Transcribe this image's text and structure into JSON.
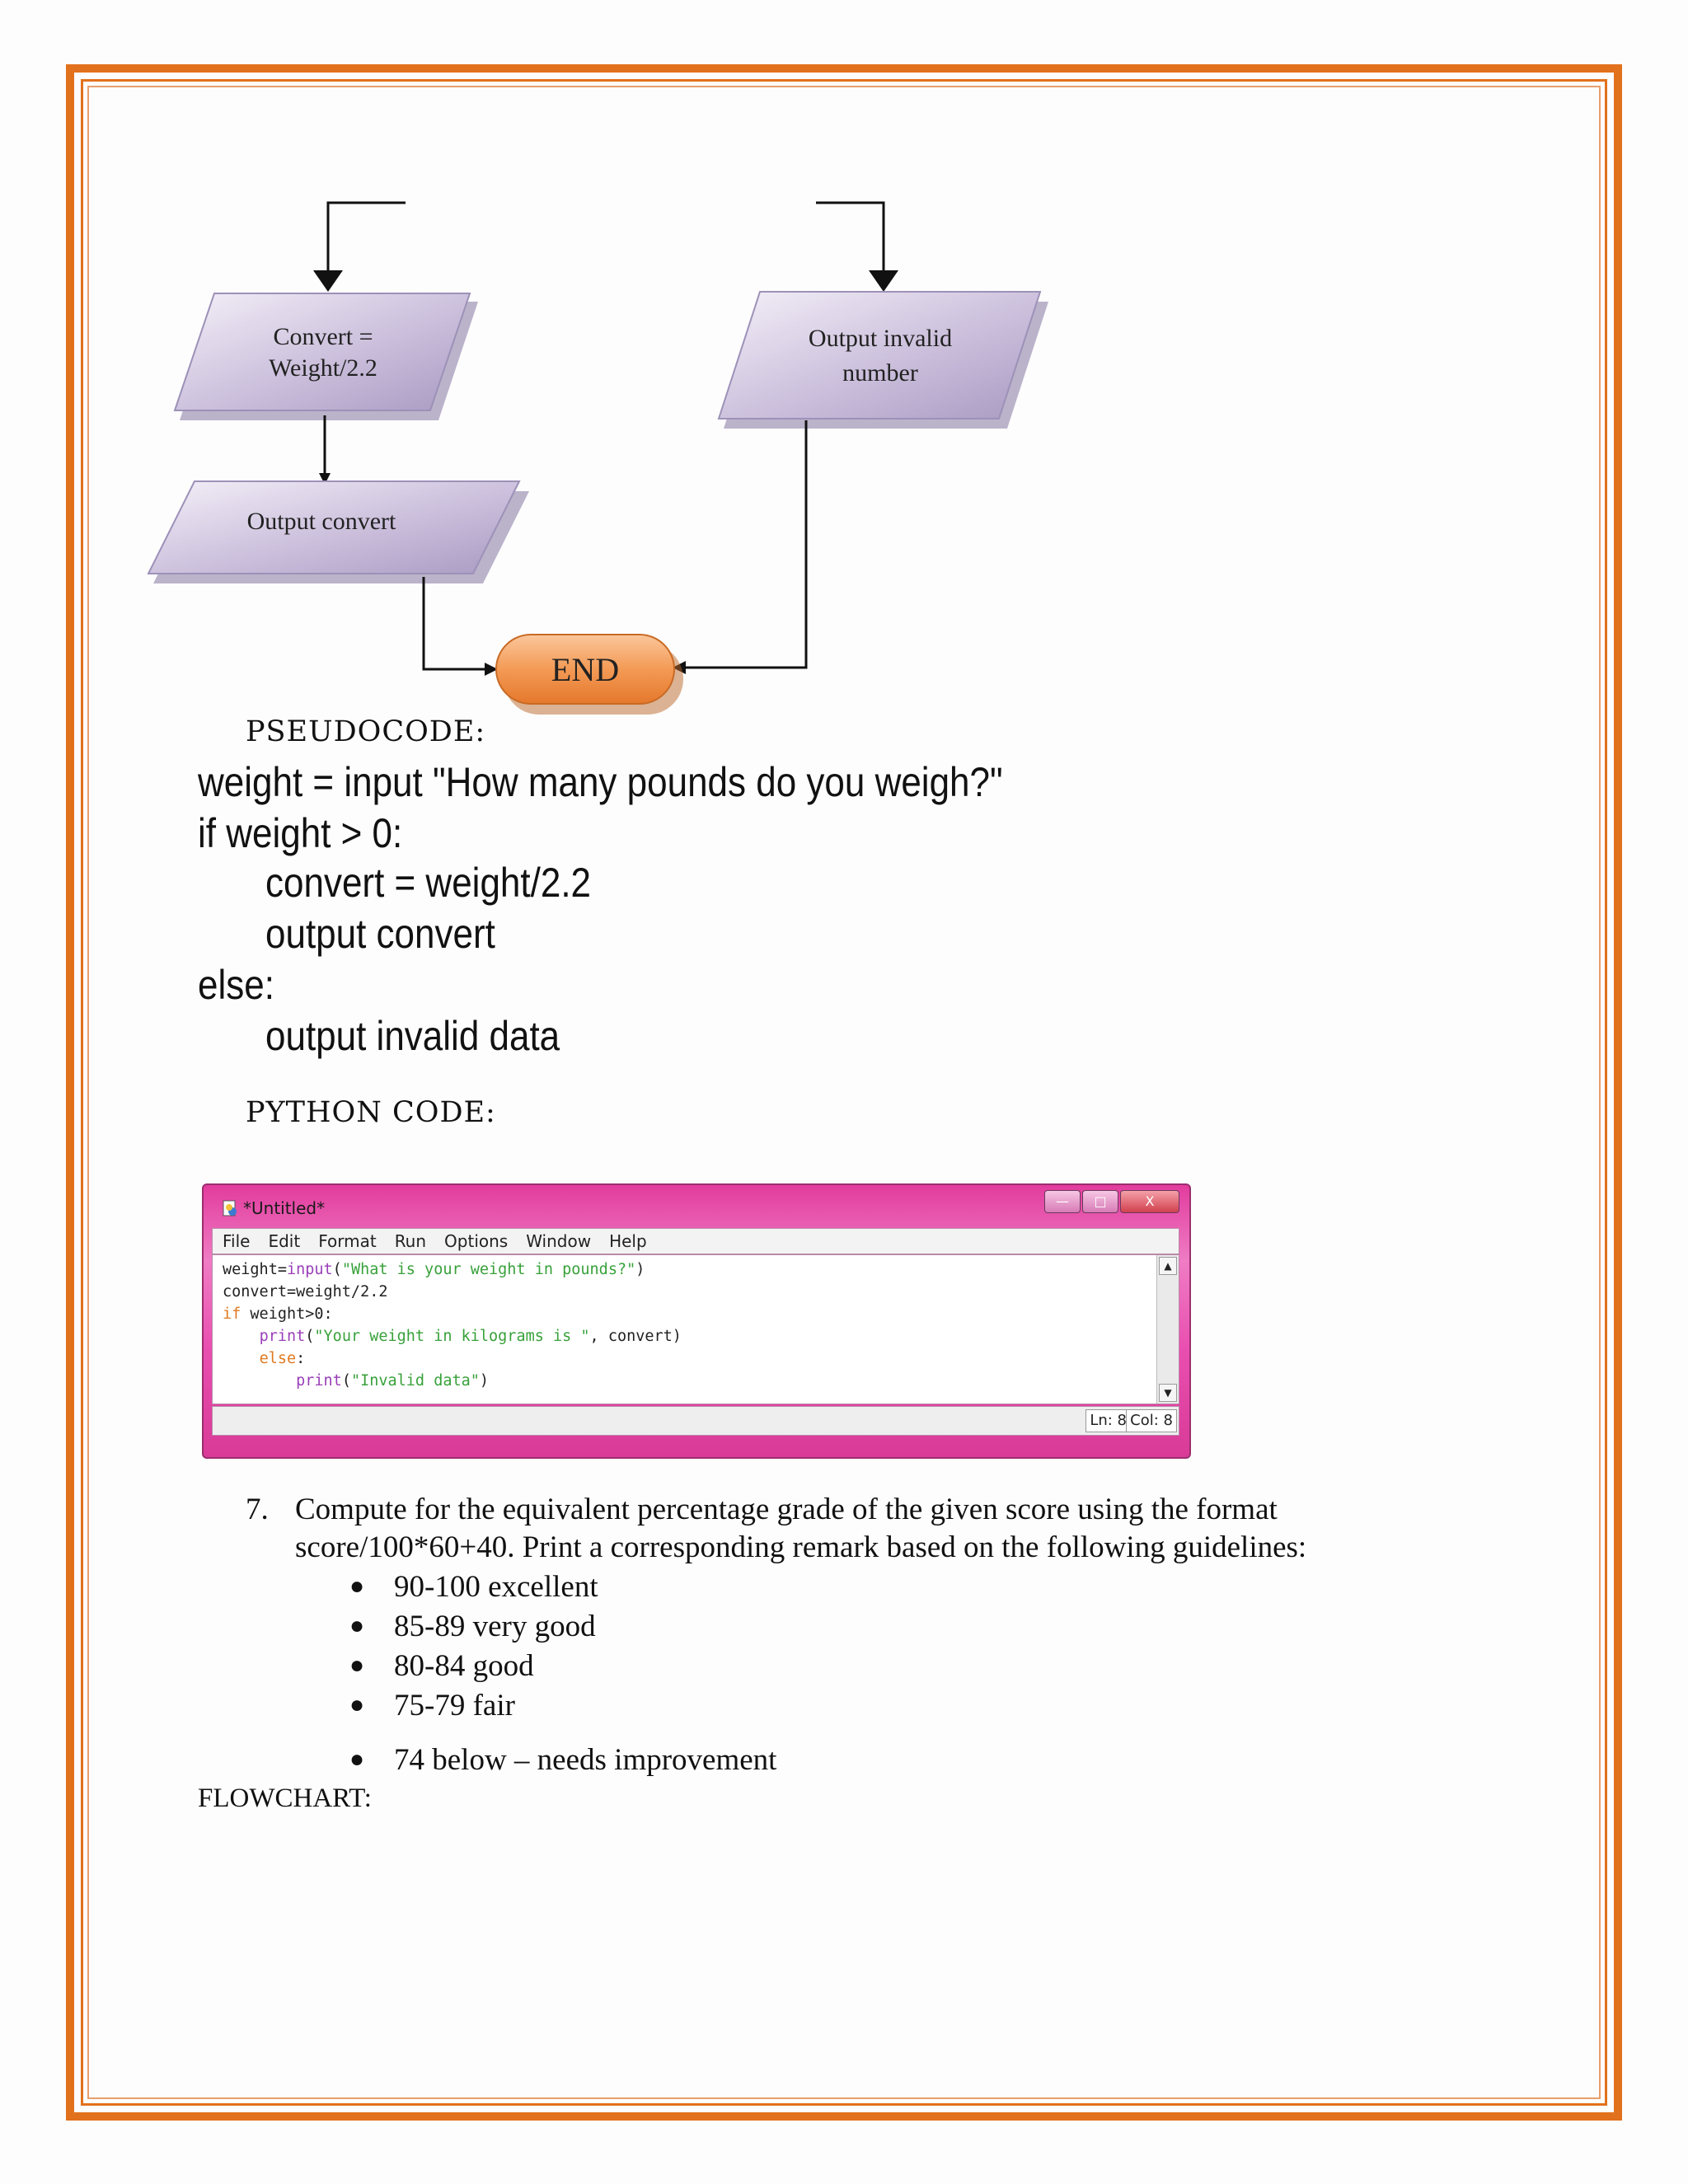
{
  "flowchart_top": {
    "box_convert": [
      "Convert =",
      "Weight/2.2"
    ],
    "box_invalid": [
      "Output invalid",
      "number"
    ],
    "box_output": "Output convert",
    "terminator": "END"
  },
  "pseudocode": {
    "heading": "PSEUDOCODE:",
    "lines": [
      "weight = input \"How many pounds do you weigh?\"",
      "if weight > 0:",
      "convert = weight/2.2",
      "output convert",
      "else:",
      "output invalid data"
    ]
  },
  "python": {
    "heading": "PYTHON CODE:",
    "window_title": "*Untitled*",
    "menu": [
      "File",
      "Edit",
      "Format",
      "Run",
      "Options",
      "Window",
      "Help"
    ],
    "code": [
      {
        "parts": [
          [
            "",
            "weight="
          ],
          [
            "bi",
            "input"
          ],
          [
            "",
            "("
          ],
          [
            "st",
            "\"What is your weight in pounds?\""
          ],
          [
            "",
            ")"
          ]
        ]
      },
      {
        "parts": [
          [
            "",
            "convert=weight/2.2"
          ]
        ]
      },
      {
        "parts": [
          [
            "kw",
            "if"
          ],
          [
            "",
            " weight>0:"
          ]
        ]
      },
      {
        "parts": [
          [
            "",
            "    "
          ],
          [
            "bi",
            "print"
          ],
          [
            "",
            "("
          ],
          [
            "st",
            "\"Your weight in kilograms is \""
          ],
          [
            "",
            ", convert)"
          ]
        ]
      },
      {
        "parts": [
          [
            "",
            "    "
          ],
          [
            "kw",
            "else"
          ],
          [
            "",
            ":"
          ]
        ]
      },
      {
        "parts": [
          [
            "",
            "        "
          ],
          [
            "bi",
            "print"
          ],
          [
            "",
            "("
          ],
          [
            "st",
            "\"Invalid data\""
          ],
          [
            "",
            ")"
          ]
        ]
      }
    ],
    "status_ln": "Ln: 8",
    "status_col": "Col: 8",
    "btn_minimize": "—",
    "btn_maximize": "□",
    "btn_close": "X"
  },
  "question": {
    "number": "7.",
    "line1": "Compute  for the equivalent  percentage  grade of the given  score using  the  format",
    "line2": "score/100*60+40.  Print  a corresponding  remark  based on the following  guidelines:",
    "bullets": [
      "90-100 excellent",
      "85-89 very  good",
      "80-84 good",
      "75-79 fair",
      "74 below  – needs  improvement"
    ]
  },
  "flowchart_heading": "FLOWCHART:"
}
